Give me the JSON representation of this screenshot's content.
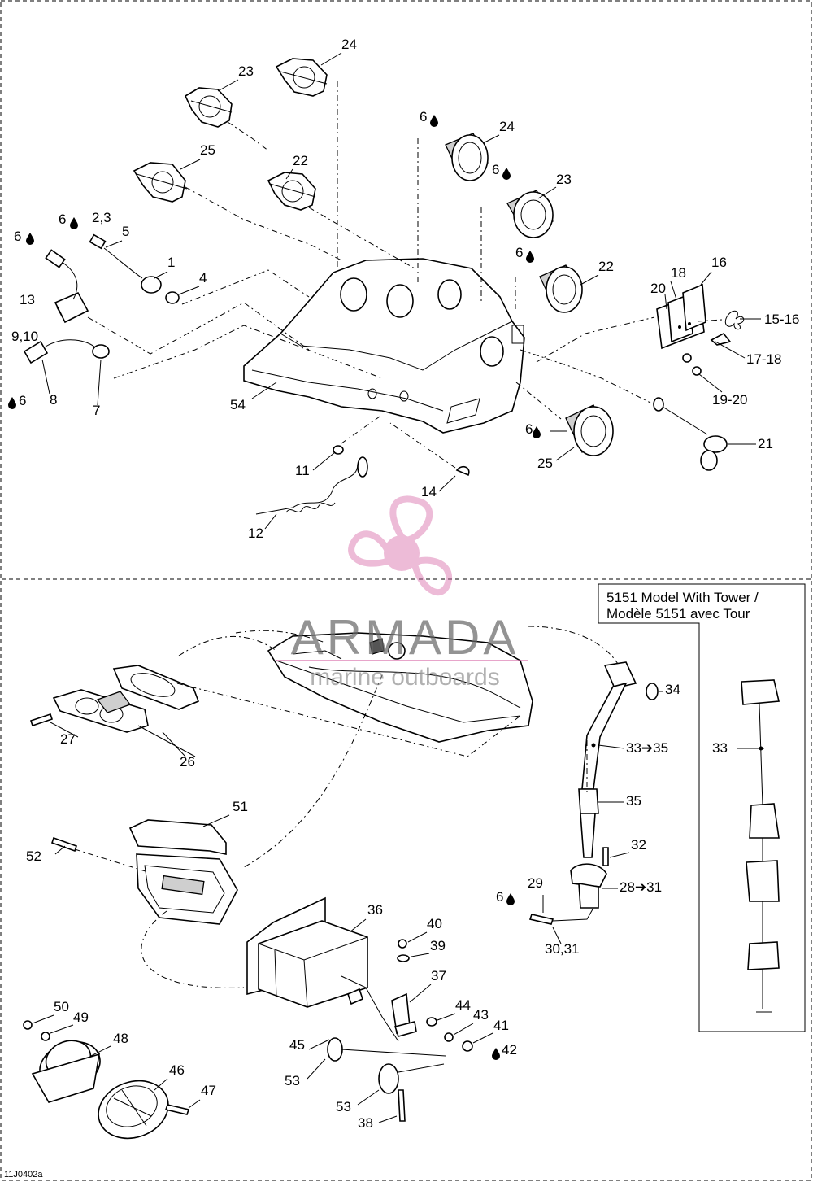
{
  "labels": {
    "l24a": "24",
    "l23a": "23",
    "l25a": "25",
    "l22a": "22",
    "l6_24": "6",
    "l24b": "24",
    "l6_23": "6",
    "l23b": "23",
    "l6_22": "6",
    "l22b": "22",
    "l6_a": "6",
    "l6_b": "6",
    "l23_": "2,3",
    "l5": "5",
    "l1": "1",
    "l4": "4",
    "l13": "13",
    "l910": "9,10",
    "l8": "8",
    "l6_c": "6",
    "l7": "7",
    "l54": "54",
    "l18": "18",
    "l16": "16",
    "l20": "20",
    "l1516": "15-16",
    "l1718": "17-18",
    "l1920": "19-20",
    "l6_25": "6",
    "l25b": "25",
    "l21": "21",
    "l11": "11",
    "l14": "14",
    "l12": "12",
    "l34": "34",
    "l3335": "33➔35",
    "l35": "35",
    "l32": "32",
    "l2831": "28➔31",
    "l6_29": "6",
    "l29": "29",
    "l3031": "30,31",
    "l27": "27",
    "l26": "26",
    "l51": "51",
    "l52": "52",
    "l36": "36",
    "l40": "40",
    "l39": "39",
    "l37": "37",
    "l44": "44",
    "l43": "43",
    "l41": "41",
    "l42": "42",
    "l45": "45",
    "l53a": "53",
    "l53b": "53",
    "l38": "38",
    "l50": "50",
    "l49": "49",
    "l48": "48",
    "l46": "46",
    "l47": "47",
    "l33t": "33"
  },
  "inset": {
    "line1": "5151 Model With Tower /",
    "line2": "Modèle 5151 avec Tour"
  },
  "watermark": {
    "brand": "ARMADA",
    "tagline": "marine outboards"
  },
  "diagram_code": "11J0402a",
  "icons": [
    "oil-drop-icon",
    "propeller-logo-icon"
  ]
}
